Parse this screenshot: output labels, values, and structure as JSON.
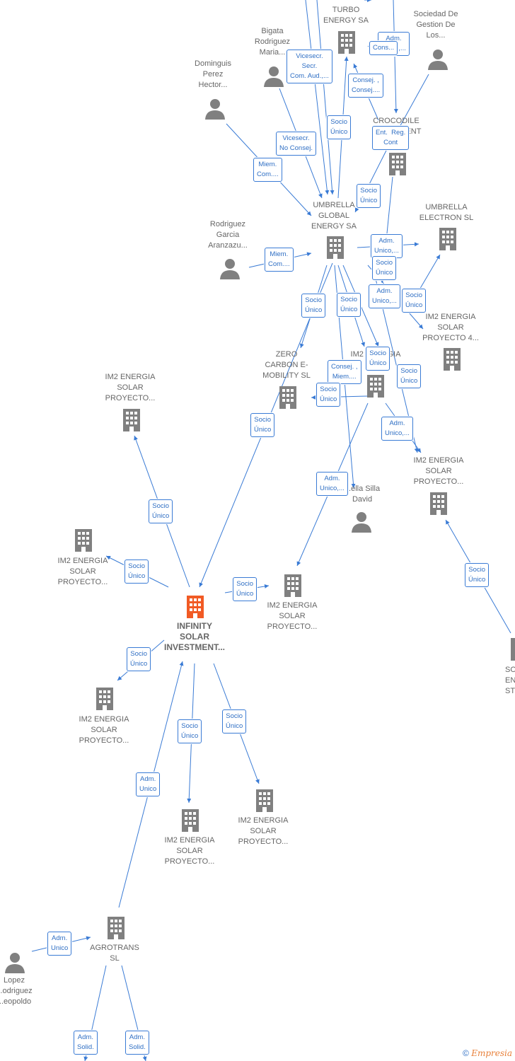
{
  "colors": {
    "edge": "#3a7bd5",
    "company": "#808080",
    "person": "#808080",
    "focus": "#f15a24"
  },
  "nodes": [
    {
      "id": "turbo",
      "type": "company",
      "label": "TURBO\nENERGY SA"
    },
    {
      "id": "sociedad",
      "type": "person",
      "label": "Sociedad De\nGestion De\nLos..."
    },
    {
      "id": "bigata",
      "type": "person",
      "label": "Bigata\nRodriguez\nMaria..."
    },
    {
      "id": "dominguis",
      "type": "person",
      "label": "Dominguis\nPerez\nHector..."
    },
    {
      "id": "crocodile",
      "type": "company",
      "label": "CROCODILE\nINVESTMENT"
    },
    {
      "id": "umbrella_global",
      "type": "company",
      "label": "UMBRELLA\nGLOBAL\nENERGY SA"
    },
    {
      "id": "umbrella_electron",
      "type": "company",
      "label": "UMBRELLA\nELECTRON  SL"
    },
    {
      "id": "rodriguez",
      "type": "person",
      "label": "Rodriguez\nGarcia\nAranzazu..."
    },
    {
      "id": "im2_p4",
      "type": "company",
      "label": "IM2 ENERGIA\nSOLAR\nPROYECTO 4..."
    },
    {
      "id": "zero",
      "type": "company",
      "label": "ZERO\nCARBON E-\nMOBILITY  SL"
    },
    {
      "id": "im2_mid",
      "type": "company",
      "label": "IM2 ENERGIA"
    },
    {
      "id": "im2_tl",
      "type": "company",
      "label": "IM2 ENERGIA\nSOLAR\nPROYECTO..."
    },
    {
      "id": "im2_r",
      "type": "company",
      "label": "IM2 ENERGIA\nSOLAR\nPROYECTO..."
    },
    {
      "id": "silla",
      "type": "person",
      "label": "...ella Silla\nDavid"
    },
    {
      "id": "im2_l",
      "type": "company",
      "label": "IM2 ENERGIA\nSOLAR\nPROYECTO..."
    },
    {
      "id": "infinity",
      "type": "focus",
      "label": "INFINITY\nSOLAR\nINVESTMENT..."
    },
    {
      "id": "im2_c",
      "type": "company",
      "label": "IM2 ENERGIA\nSOLAR\nPROYECTO..."
    },
    {
      "id": "sol_edge",
      "type": "company",
      "label": "SO...\nEN...\nSTO..."
    },
    {
      "id": "im2_bl",
      "type": "company",
      "label": "IM2 ENERGIA\nSOLAR\nPROYECTO..."
    },
    {
      "id": "im2_b1",
      "type": "company",
      "label": "IM2 ENERGIA\nSOLAR\nPROYECTO..."
    },
    {
      "id": "im2_b2",
      "type": "company",
      "label": "IM2 ENERGIA\nSOLAR\nPROYECTO..."
    },
    {
      "id": "agrotrans",
      "type": "company",
      "label": "AGROTRANS\nSL"
    },
    {
      "id": "lopez",
      "type": "person",
      "label": "Lopez\n...odriguez\n...eopoldo"
    }
  ],
  "badges": [
    {
      "id": "b1",
      "text": "Adm.\nUnico,..."
    },
    {
      "id": "b2",
      "text": "Cons..."
    },
    {
      "id": "b3",
      "text": "Vicesecr.\nSecr.\nCom. Aud.,..."
    },
    {
      "id": "b4",
      "text": "Consej. ,\nConsej...."
    },
    {
      "id": "b5",
      "text": "Socio\nÚnico"
    },
    {
      "id": "b6",
      "text": "Ent.  Reg.\nCont"
    },
    {
      "id": "b7",
      "text": "Vicesecr.\nNo Consej."
    },
    {
      "id": "b8",
      "text": "Miem.\nCom...."
    },
    {
      "id": "b9",
      "text": "Socio\nÚnico"
    },
    {
      "id": "b10",
      "text": "Miem.\nCom...."
    },
    {
      "id": "b11",
      "text": "Adm.\nUnico,..."
    },
    {
      "id": "b12",
      "text": "Socio\nÚnico"
    },
    {
      "id": "b13",
      "text": "Adm.\nUnico,..."
    },
    {
      "id": "b14",
      "text": "Socio\nÚnico"
    },
    {
      "id": "b15",
      "text": "Socio\nÚnico"
    },
    {
      "id": "b16",
      "text": "Socio\nÚnico"
    },
    {
      "id": "b17",
      "text": "Socio\nÚnico"
    },
    {
      "id": "b18",
      "text": "Consej. ,\nMiem...."
    },
    {
      "id": "b19",
      "text": "Socio\nÚnico"
    },
    {
      "id": "b20",
      "text": "Socio\nÚnico"
    },
    {
      "id": "b21",
      "text": "Socio\nÚnico"
    },
    {
      "id": "b22",
      "text": "Adm.\nUnico,..."
    },
    {
      "id": "b23",
      "text": "Adm.\nUnico,..."
    },
    {
      "id": "b24",
      "text": "Socio\nÚnico"
    },
    {
      "id": "b25",
      "text": "Socio\nÚnico"
    },
    {
      "id": "b26",
      "text": "Socio\nÚnico"
    },
    {
      "id": "b27",
      "text": "Socio\nÚnico"
    },
    {
      "id": "b28",
      "text": "Socio\nÚnico"
    },
    {
      "id": "b29",
      "text": "Socio\nÚnico"
    },
    {
      "id": "b30",
      "text": "Socio\nÚnico"
    },
    {
      "id": "b31",
      "text": "Adm.\nUnico"
    },
    {
      "id": "b32",
      "text": "Adm.\nUnico"
    },
    {
      "id": "b33",
      "text": "Adm.\nSolid."
    },
    {
      "id": "b34",
      "text": "Adm.\nSolid."
    }
  ],
  "footer": {
    "copyright": "©",
    "brand": "Empresia"
  }
}
